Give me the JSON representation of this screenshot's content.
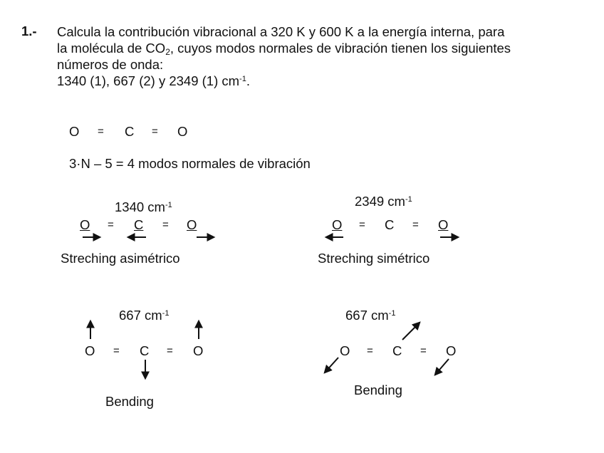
{
  "problem": {
    "number": "1.-",
    "line1": "Calcula la contribución vibracional a 320 K y 600 K a la energía interna, para",
    "line2_pre": "la molécula de CO",
    "line2_sub": "2",
    "line2_post": ", cuyos modos normales de vibración tienen los siguientes",
    "line3": "números de onda:",
    "line4_pre": "1340 (1), 667 (2) y 2349 (1) cm",
    "line4_sup": "-1",
    "line4_post": "."
  },
  "molecule": {
    "atom1": "O",
    "bond1": "=",
    "atom2": "C",
    "bond2": "=",
    "atom3": "O"
  },
  "modes_formula": "3·N – 5 = 4 modos normales de vibración",
  "modes": [
    {
      "freq_num": "1340 cm",
      "freq_sup": "-1",
      "caption": "Streching asimétrico",
      "atoms": [
        "O",
        "=",
        "C",
        "=",
        "O"
      ],
      "arrows": [
        "right-arrow",
        "left-arrow",
        "right-arrow"
      ]
    },
    {
      "freq_num": "2349 cm",
      "freq_sup": "-1",
      "caption": "Streching simétrico",
      "atoms": [
        "O",
        "=",
        "C",
        "=",
        "O"
      ],
      "arrows": [
        "left-arrow",
        "right-arrow"
      ]
    },
    {
      "freq_num": "667 cm",
      "freq_sup": "-1",
      "caption": "Bending",
      "atoms": [
        "O",
        "=",
        "C",
        "=",
        "O"
      ],
      "arrows": [
        "up-arrow",
        "down-arrow",
        "up-arrow"
      ]
    },
    {
      "freq_num": "667 cm",
      "freq_sup": "-1",
      "caption": "Bending",
      "atoms": [
        "O",
        "=",
        "C",
        "=",
        "O"
      ],
      "arrows": [
        "down-left-arrow",
        "up-right-arrow",
        "down-left-arrow"
      ]
    }
  ]
}
